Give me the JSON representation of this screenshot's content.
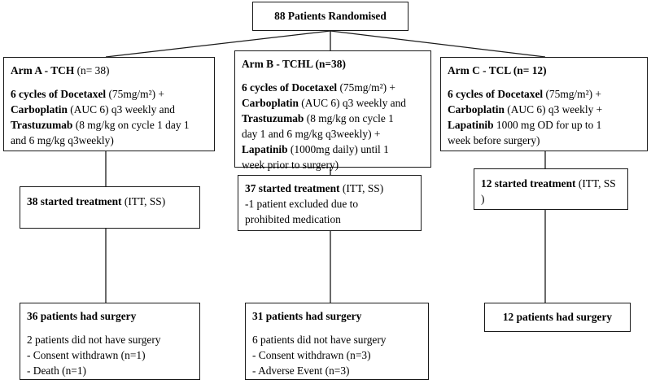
{
  "top": {
    "text": "88 Patients Randomised"
  },
  "arms": [
    {
      "title_bold": "Arm A - TCH",
      "title_rest": " (n= 38)",
      "regimen": [
        {
          "b": "6 cycles of Docetaxel",
          "t": " (75mg/m²) +"
        },
        {
          "b": "Carboplatin",
          "t": " (AUC 6) q3 weekly and"
        },
        {
          "b": "Trastuzumab",
          "t": " (8 mg/kg on cycle 1 day 1"
        },
        {
          "b": "",
          "t": "and 6 mg/kg q3weekly)"
        }
      ],
      "started_bold": "38 started treatment",
      "started_rest": " (ITT, SS)",
      "started_extra": [],
      "surgery": "36 patients had surgery",
      "no_surgery": "2 patients did not have surgery",
      "reasons": [
        "- Consent withdrawn (n=1)",
        "- Death (n=1)"
      ]
    },
    {
      "title_bold": "Arm B - TCHL",
      "title_rest": " (n=38)",
      "regimen": [
        {
          "b": "6 cycles of Docetaxel",
          "t": " (75mg/m²) +"
        },
        {
          "b": "Carboplatin",
          "t": " (AUC 6) q3 weekly and"
        },
        {
          "b": "Trastuzumab",
          "t": " (8 mg/kg on cycle 1"
        },
        {
          "b": "",
          "t": "day 1 and 6 mg/kg q3weekly) +"
        },
        {
          "b": "Lapatinib",
          "t": " (1000mg daily) until 1"
        },
        {
          "b": "",
          "t": "week prior to surgery)"
        }
      ],
      "started_bold": "37 started treatment",
      "started_rest": " (ITT, SS)",
      "started_extra": [
        "-1 patient excluded due to",
        "prohibited medication"
      ],
      "surgery": "31 patients had surgery",
      "no_surgery": "6 patients did not have surgery",
      "reasons": [
        "- Consent withdrawn (n=3)",
        "- Adverse Event (n=3)"
      ]
    },
    {
      "title_bold": "Arm C - TCL",
      "title_rest": " (n= 12)",
      "regimen": [
        {
          "b": "6 cycles of Docetaxel",
          "t": " (75mg/m²) +"
        },
        {
          "b": "Carboplatin",
          "t": " (AUC 6) q3 weekly +"
        },
        {
          "b": "Lapatinib",
          "t": " 1000 mg OD for up to 1"
        },
        {
          "b": "",
          "t": "week before surgery)"
        }
      ],
      "started_bold": "12 started treatment",
      "started_rest": " (ITT, SS )",
      "started_extra": [],
      "surgery": "12 patients had surgery",
      "no_surgery": "",
      "reasons": []
    }
  ]
}
